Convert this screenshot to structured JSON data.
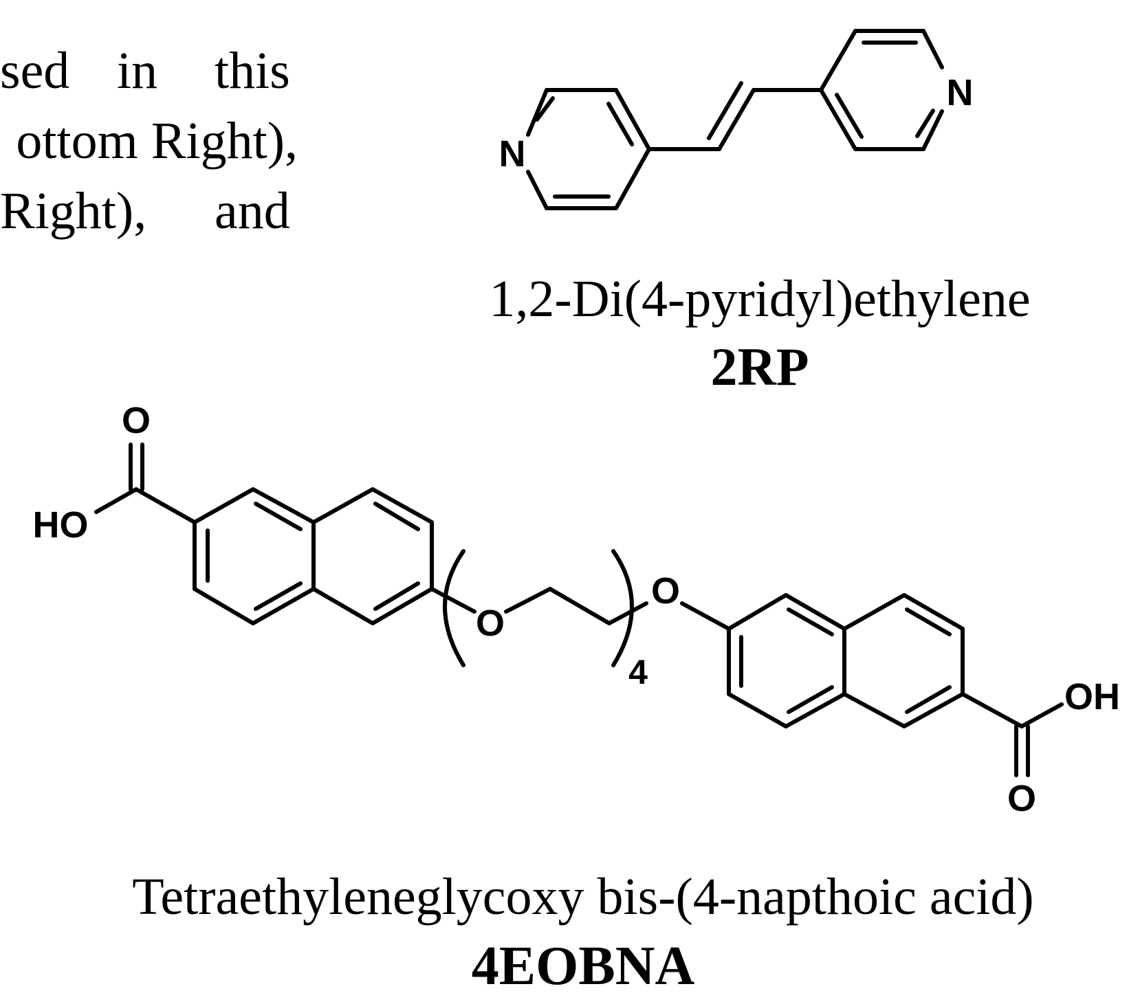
{
  "text_fragment": {
    "line1": [
      "sed",
      "in",
      "this"
    ],
    "line2": "ottom Right),",
    "line3": [
      "Right),",
      "and"
    ]
  },
  "molecule_2rp": {
    "atoms": {
      "n_left": "N",
      "n_right": "N"
    },
    "name": "1,2-Di(4-pyridyl)ethylene",
    "code": "2RP"
  },
  "molecule_4eobna": {
    "atoms": {
      "o_top": "O",
      "ho_left": "HO",
      "o_ether_left": "O",
      "o_ether_right": "O",
      "repeat_subscript": "4",
      "oh_right": "OH",
      "o_bottom": "O"
    },
    "name": "Tetraethyleneglycoxy bis-(4-napthoic acid)",
    "code": "4EOBNA"
  },
  "colors": {
    "ink": "#000000",
    "background": "#ffffff"
  }
}
